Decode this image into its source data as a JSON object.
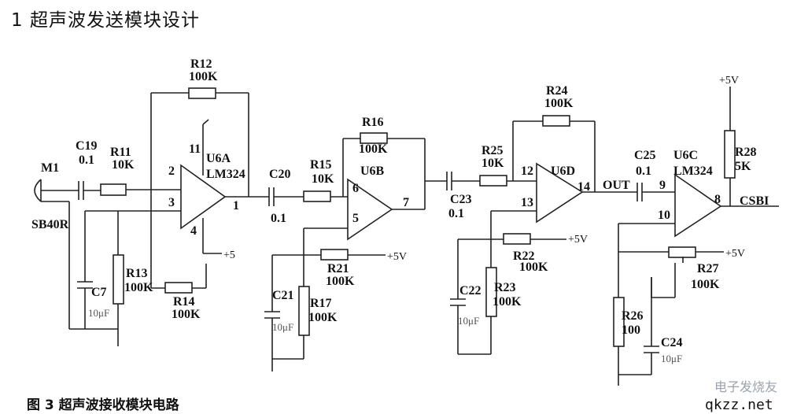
{
  "heading": "1 超声波发送模块设计",
  "caption": "图 3 超声波接收模块电路",
  "watermark": "电子发烧友",
  "site": "qkzz.net",
  "labels": {
    "m1": "M1",
    "sb40r": "SB40R",
    "c19": "C19",
    "c19v": "0.1",
    "r11": "R11",
    "r11v": "10K",
    "r12": "R12",
    "r12v": "100K",
    "u6a": "U6A",
    "lm324a": "LM324",
    "p2": "2",
    "p3": "3",
    "p4": "4",
    "p11": "11",
    "p1": "1",
    "plus5a": "+5",
    "r13": "R13",
    "r13v": "100K",
    "r14": "R14",
    "r14v": "100K",
    "c7": "C7",
    "c7v": "10μF",
    "c20": "C20",
    "c20v": "0.1",
    "r15": "R15",
    "r15v": "10K",
    "u6b": "U6B",
    "p6": "6",
    "p5": "5",
    "p7": "7",
    "r16": "R16",
    "r16v": "100K",
    "r21": "R21",
    "r21v": "100K",
    "plus5b": "+5V",
    "c21": "C21",
    "c21v": "10μF",
    "r17": "R17",
    "r17v": "100K",
    "c23": "C23",
    "c23v": "0.1",
    "r25": "R25",
    "r25v": "10K",
    "r24": "R24",
    "r24v": "100K",
    "u6d": "U6D",
    "p12": "12",
    "p13": "13",
    "p14": "14",
    "r22": "R22",
    "r22v": "100K",
    "plus5c": "+5V",
    "c22": "C22",
    "c22v": "10μF",
    "r23": "R23",
    "r23v": "100K",
    "out": "OUT",
    "c25": "C25",
    "c25v": "0.1",
    "u6c": "U6C",
    "lm324c": "LM324",
    "p9": "9",
    "p10": "10",
    "p8": "8",
    "csbi": "CSBI",
    "plus5d": "+5V",
    "r28": "R28",
    "r28v": "5K",
    "r27": "R27",
    "r27v": "100K",
    "plus5e": "+5V",
    "r26": "R26",
    "r26v": "100",
    "c24": "C24",
    "c24v": "10μF"
  }
}
